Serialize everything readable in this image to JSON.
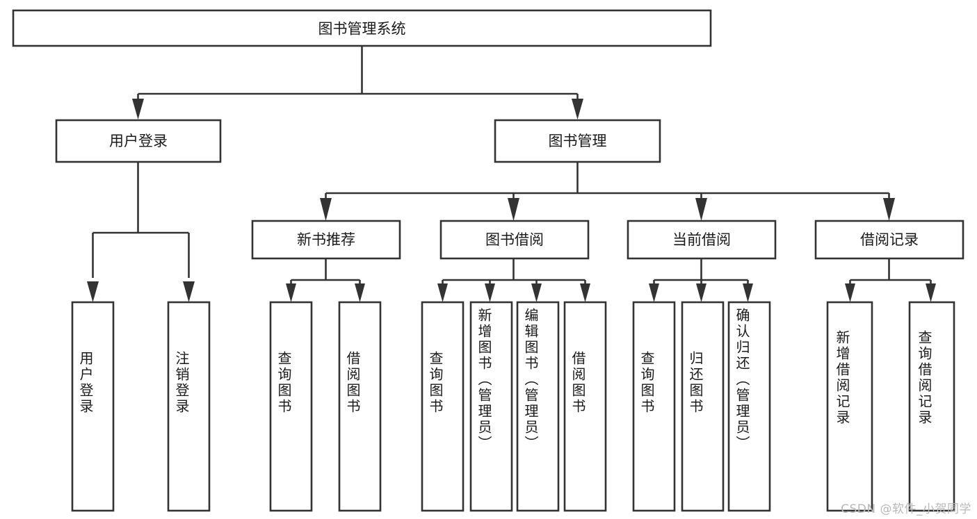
{
  "diagram": {
    "type": "hierarchy-tree",
    "title": "图书管理系统",
    "background_color": "#ffffff",
    "line_color": "#333333",
    "box_fill": "#ffffff",
    "text_color": "#1a1a1a",
    "levels": 4,
    "root": {
      "label": "图书管理系统",
      "orientation": "horizontal"
    },
    "level2": [
      {
        "label": "用户登录",
        "orientation": "horizontal"
      },
      {
        "label": "图书管理",
        "orientation": "horizontal"
      }
    ],
    "level3": [
      {
        "label": "新书推荐",
        "orientation": "horizontal",
        "parent": "图书管理"
      },
      {
        "label": "图书借阅",
        "orientation": "horizontal",
        "parent": "图书管理"
      },
      {
        "label": "当前借阅",
        "orientation": "horizontal",
        "parent": "图书管理"
      },
      {
        "label": "借阅记录",
        "orientation": "horizontal",
        "parent": "图书管理"
      }
    ],
    "leaves": [
      {
        "label": "用户登录",
        "parent": "用户登录",
        "orientation": "vertical"
      },
      {
        "label": "注销登录",
        "parent": "用户登录",
        "orientation": "vertical"
      },
      {
        "label": "查询图书",
        "parent": "新书推荐",
        "orientation": "vertical"
      },
      {
        "label": "借阅图书",
        "parent": "新书推荐",
        "orientation": "vertical"
      },
      {
        "label": "查询图书",
        "parent": "图书借阅",
        "orientation": "vertical"
      },
      {
        "label": "新增图书（管理员）",
        "parent": "图书借阅",
        "orientation": "vertical"
      },
      {
        "label": "编辑图书（管理员）",
        "parent": "图书借阅",
        "orientation": "vertical"
      },
      {
        "label": "借阅图书",
        "parent": "图书借阅",
        "orientation": "vertical"
      },
      {
        "label": "查询图书",
        "parent": "当前借阅",
        "orientation": "vertical"
      },
      {
        "label": "归还图书",
        "parent": "当前借阅",
        "orientation": "vertical"
      },
      {
        "label": "确认归还（管理员）",
        "parent": "当前借阅",
        "orientation": "vertical"
      },
      {
        "label": "新增借阅记录",
        "parent": "借阅记录",
        "orientation": "vertical"
      },
      {
        "label": "查询借阅记录",
        "parent": "借阅记录",
        "orientation": "vertical"
      }
    ]
  },
  "watermark": {
    "text": "CSDN @软件_小贺同学"
  }
}
